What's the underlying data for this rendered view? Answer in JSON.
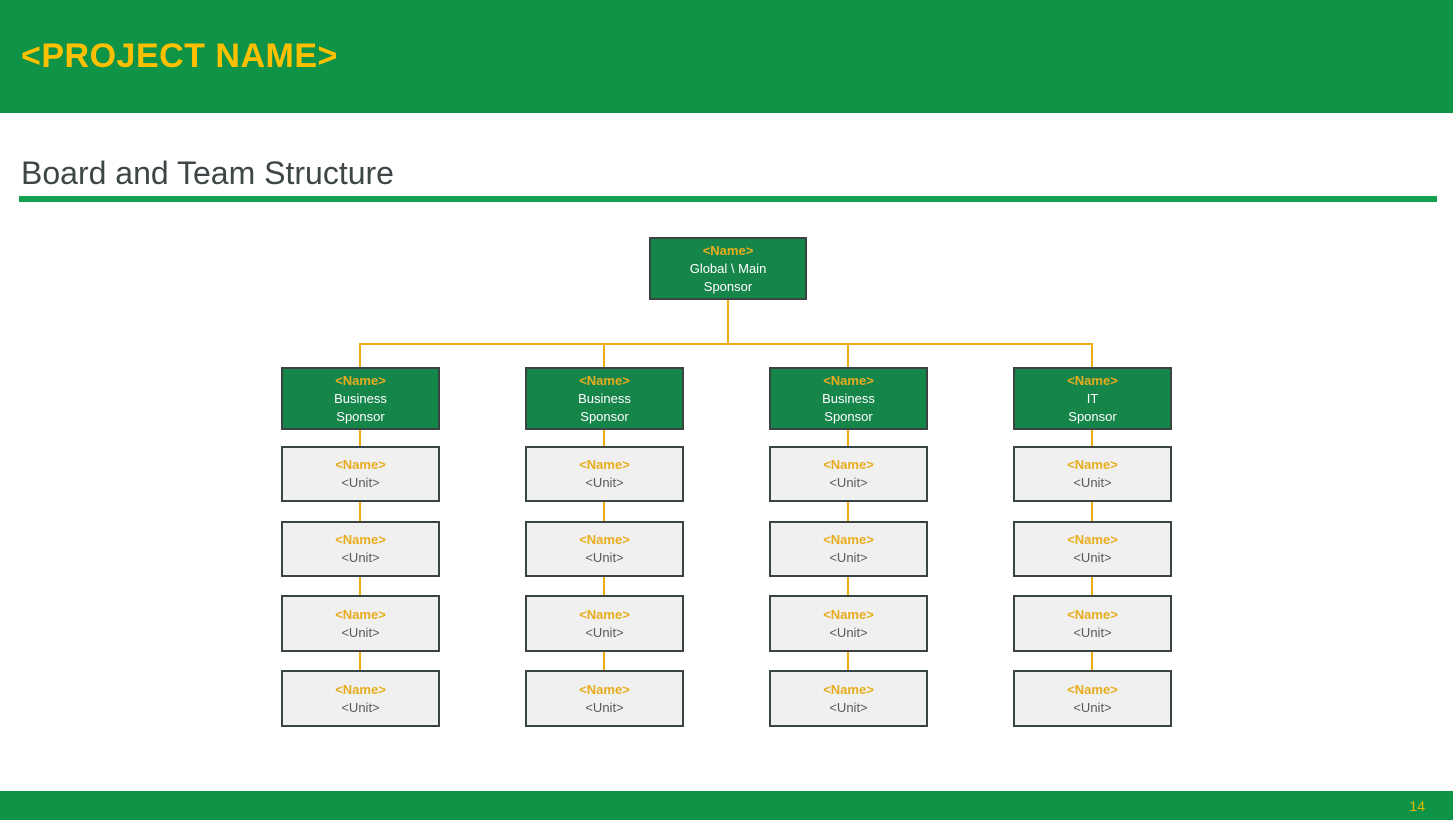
{
  "header": {
    "project_name": "<PROJECT NAME>"
  },
  "slide": {
    "title": "Board and Team Structure"
  },
  "org_chart": {
    "root": {
      "name": "<Name>",
      "line1": "Global \\ Main",
      "line2": "Sponsor"
    },
    "columns": [
      {
        "sponsor": {
          "name": "<Name>",
          "line1": "Business",
          "line2": "Sponsor"
        },
        "members": [
          {
            "name": "<Name>",
            "unit": "<Unit>"
          },
          {
            "name": "<Name>",
            "unit": "<Unit>"
          },
          {
            "name": "<Name>",
            "unit": "<Unit>"
          },
          {
            "name": "<Name>",
            "unit": "<Unit>"
          }
        ]
      },
      {
        "sponsor": {
          "name": "<Name>",
          "line1": "Business",
          "line2": "Sponsor"
        },
        "members": [
          {
            "name": "<Name>",
            "unit": "<Unit>"
          },
          {
            "name": "<Name>",
            "unit": "<Unit>"
          },
          {
            "name": "<Name>",
            "unit": "<Unit>"
          },
          {
            "name": "<Name>",
            "unit": "<Unit>"
          }
        ]
      },
      {
        "sponsor": {
          "name": "<Name>",
          "line1": "Business",
          "line2": "Sponsor"
        },
        "members": [
          {
            "name": "<Name>",
            "unit": "<Unit>"
          },
          {
            "name": "<Name>",
            "unit": "<Unit>"
          },
          {
            "name": "<Name>",
            "unit": "<Unit>"
          },
          {
            "name": "<Name>",
            "unit": "<Unit>"
          }
        ]
      },
      {
        "sponsor": {
          "name": "<Name>",
          "line1": "IT",
          "line2": "Sponsor"
        },
        "members": [
          {
            "name": "<Name>",
            "unit": "<Unit>"
          },
          {
            "name": "<Name>",
            "unit": "<Unit>"
          },
          {
            "name": "<Name>",
            "unit": "<Unit>"
          },
          {
            "name": "<Name>",
            "unit": "<Unit>"
          }
        ]
      }
    ]
  },
  "footer": {
    "page_number": "14"
  },
  "colors": {
    "header_green": "#0E9347",
    "box_green": "#16854A",
    "underline_green": "#13A04E",
    "gold_text": "#FFC000",
    "name_gold": "#E8AD1E",
    "connector_yellow": "#EFAC15",
    "gray_fill": "#F0F0F0",
    "box_border": "#3A4443",
    "unit_text": "#595959",
    "title_text": "#3F4647"
  }
}
